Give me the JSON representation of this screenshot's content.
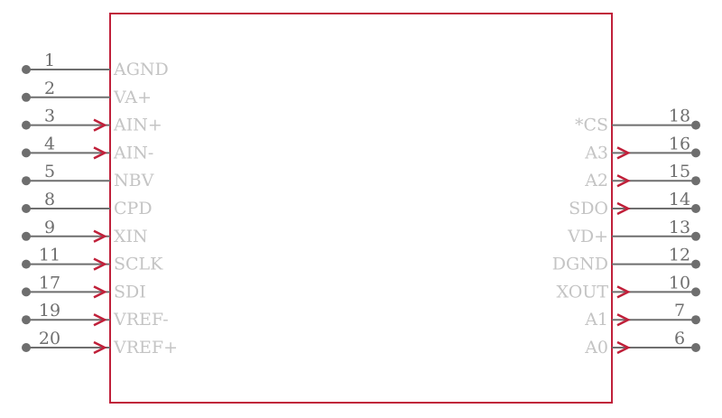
{
  "colors": {
    "body_outline": "#c0203a",
    "pin_line": "#6e6e6e",
    "pin_arrow": "#c0203a",
    "pin_name": "#c4c4c4",
    "pin_number": "#6e6e6e"
  },
  "left_pins": [
    {
      "number": "1",
      "name": "AGND",
      "input": false
    },
    {
      "number": "2",
      "name": "VA+",
      "input": false
    },
    {
      "number": "3",
      "name": "AIN+",
      "input": true
    },
    {
      "number": "4",
      "name": "AIN-",
      "input": true
    },
    {
      "number": "5",
      "name": "NBV",
      "input": false
    },
    {
      "number": "8",
      "name": "CPD",
      "input": false
    },
    {
      "number": "9",
      "name": "XIN",
      "input": true
    },
    {
      "number": "11",
      "name": "SCLK",
      "input": true
    },
    {
      "number": "17",
      "name": "SDI",
      "input": true
    },
    {
      "number": "19",
      "name": "VREF-",
      "input": true
    },
    {
      "number": "20",
      "name": "VREF+",
      "input": true
    }
  ],
  "right_pins": [
    {
      "number": "18",
      "name": "*CS",
      "output": false
    },
    {
      "number": "16",
      "name": "A3",
      "output": true
    },
    {
      "number": "15",
      "name": "A2",
      "output": true
    },
    {
      "number": "14",
      "name": "SDO",
      "output": true
    },
    {
      "number": "13",
      "name": "VD+",
      "output": false
    },
    {
      "number": "12",
      "name": "DGND",
      "output": false
    },
    {
      "number": "10",
      "name": "XOUT",
      "output": true
    },
    {
      "number": "7",
      "name": "A1",
      "output": true
    },
    {
      "number": "6",
      "name": "A0",
      "output": true
    }
  ]
}
